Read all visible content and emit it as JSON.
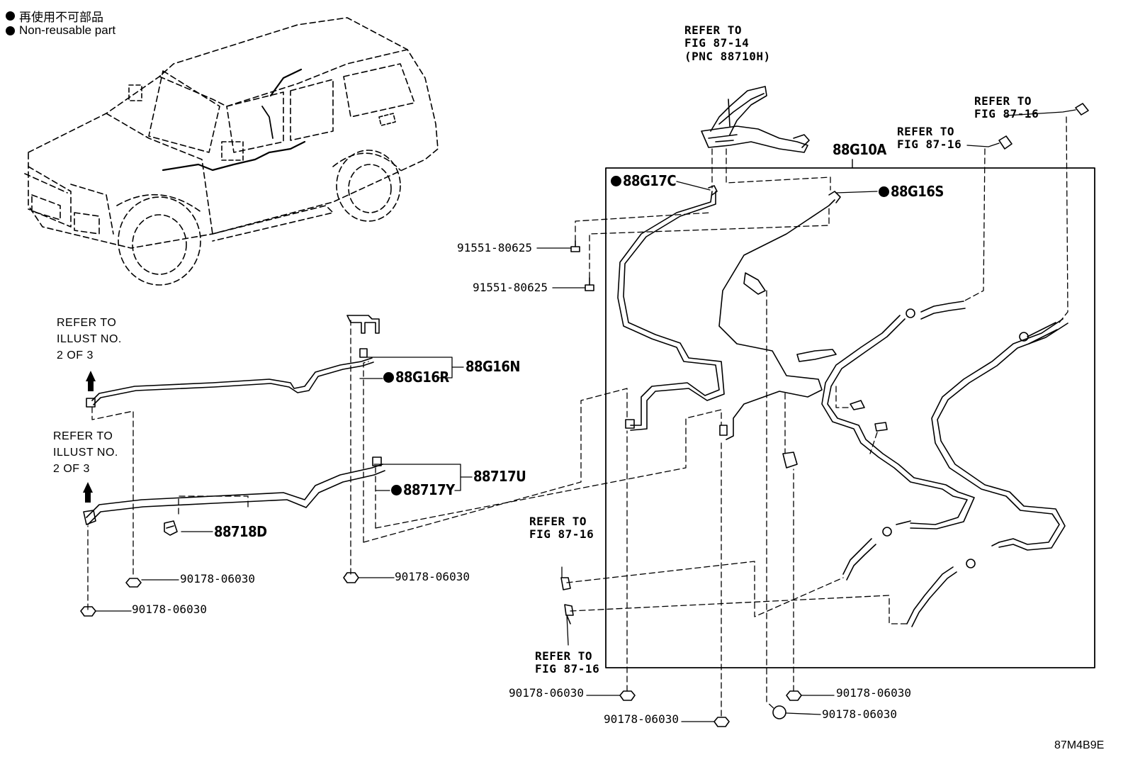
{
  "legend": {
    "line1": "再使用不可部品",
    "line2": "Non-reusable part"
  },
  "refs": {
    "fig_87_14": "REFER TO\nFIG 87-14\n(PNC 88710H)",
    "fig_87_16_top_right": "REFER TO\nFIG 87-16",
    "fig_87_16_top_mid": "REFER TO\nFIG 87-16",
    "illust_upper": "REFER TO\nILLUST NO.\n2 OF 3",
    "illust_lower": "REFER TO\nILLUST NO.\n2 OF 3",
    "fig_87_16_mid_left": "REFER TO\nFIG 87-16",
    "fig_87_16_low_left": "REFER TO\nFIG 87-16"
  },
  "parts": {
    "p88G10A": "88G10A",
    "p88G17C": "88G17C",
    "p88G16S": "88G16S",
    "p88G16N": "88G16N",
    "p88G16R": "88G16R",
    "p88717U": "88717U",
    "p88717Y": "88717Y",
    "p88718D": "88718D"
  },
  "part_numbers": {
    "bolt_upper": "91551-80625",
    "bolt_lower": "91551-80625",
    "nut_a": "90178-06030",
    "nut_b": "90178-06030",
    "nut_c": "90178-06030",
    "nut_d": "90178-06030",
    "nut_e": "90178-06030",
    "nut_f": "90178-06030",
    "nut_g": "90178-06030"
  },
  "illustration_code": "87M4B9E",
  "colors": {
    "ink": "#000000",
    "paper": "#ffffff"
  }
}
